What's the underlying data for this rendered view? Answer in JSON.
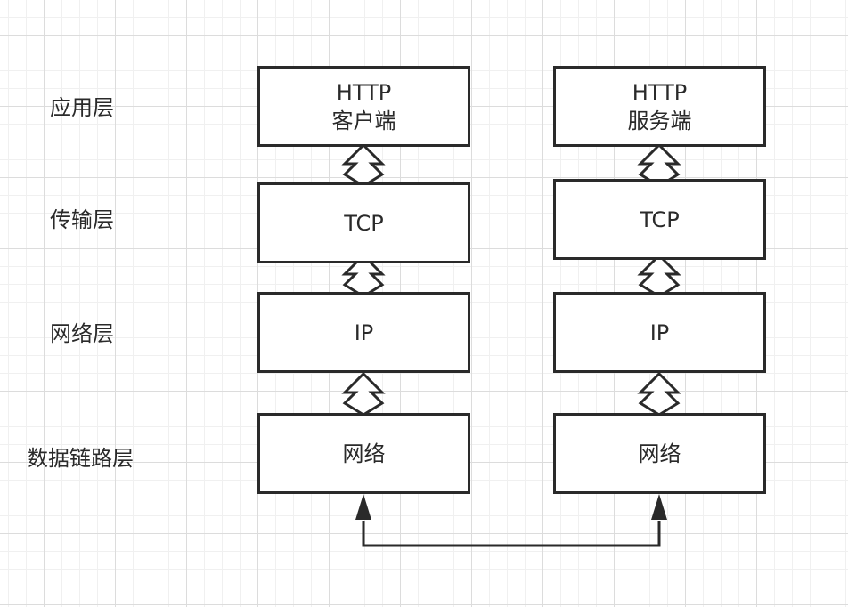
{
  "layers": {
    "application": "应用层",
    "transport": "传输层",
    "network": "网络层",
    "datalink": "数据链路层"
  },
  "client": {
    "http_line1": "HTTP",
    "http_line2": "客户端",
    "tcp": "TCP",
    "ip": "IP",
    "net": "网络"
  },
  "server": {
    "http_line1": "HTTP",
    "http_line2": "服务端",
    "tcp": "TCP",
    "ip": "IP",
    "net": "网络"
  },
  "colors": {
    "stroke": "#2a2a2a",
    "grid_major": "#dcdcdc",
    "grid_minor": "#f0f0f0",
    "background": "#ffffff"
  }
}
